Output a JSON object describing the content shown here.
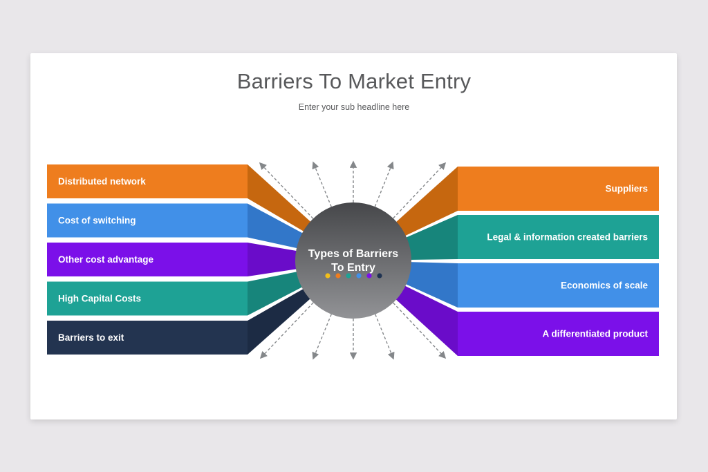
{
  "header": {
    "title": "Barriers To Market Entry",
    "subtitle": "Enter your sub headline here"
  },
  "hub": {
    "label_line1": "Types of Barriers",
    "label_line2": "To Entry",
    "dot_colors": [
      "#F2BE1A",
      "#EE7D1E",
      "#1EA295",
      "#4190E8",
      "#7B10E9",
      "#1F3352"
    ]
  },
  "left_items": [
    {
      "label": "Distributed network",
      "color": "#EE7D1E",
      "shade": "#C6670F"
    },
    {
      "label": "Cost of switching",
      "color": "#4190E8",
      "shade": "#3277C9"
    },
    {
      "label": "Other cost advantage",
      "color": "#7B10E9",
      "shade": "#6A0CC9"
    },
    {
      "label": "High Capital Costs",
      "color": "#1EA295",
      "shade": "#17857B"
    },
    {
      "label": "Barriers to exit",
      "color": "#233450",
      "shade": "#1C2B44"
    }
  ],
  "right_items": [
    {
      "label": "Suppliers",
      "color": "#EE7D1E",
      "shade": "#C6670F"
    },
    {
      "label": "Legal & information created barriers",
      "color": "#1EA295",
      "shade": "#17857B"
    },
    {
      "label": "Economics of scale",
      "color": "#4190E8",
      "shade": "#3277C9"
    },
    {
      "label": "A differentiated product",
      "color": "#7B10E9",
      "shade": "#6A0CC9"
    }
  ],
  "colors": {
    "page_background": "#E9E7EA",
    "card_background": "#FFFFFF",
    "title_text": "#58595B",
    "bar_text": "#FFFFFF",
    "arrow": "#84878A",
    "hub_gradient_top": "#46474A",
    "hub_gradient_bottom": "#929396"
  }
}
